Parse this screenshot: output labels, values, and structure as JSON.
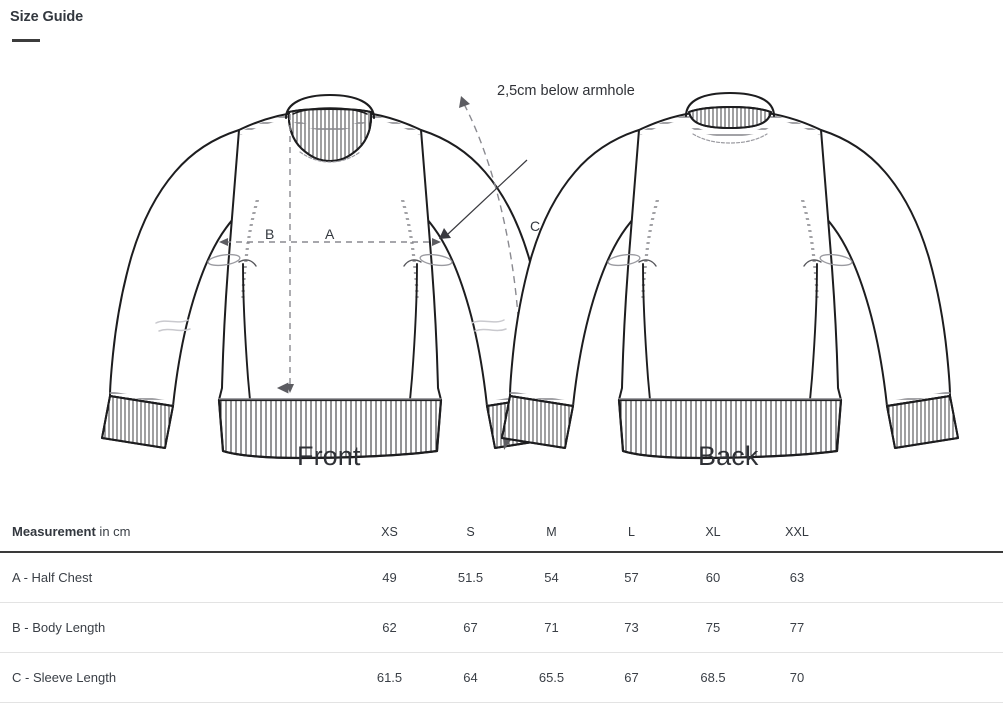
{
  "header": {
    "title": "Size Guide"
  },
  "illustration": {
    "annotation": "2,5cm below armhole",
    "labels": {
      "a": "A",
      "b": "B",
      "c": "C"
    },
    "front_caption": "Front",
    "back_caption": "Back"
  },
  "table": {
    "measurement_header_bold": "Measurement",
    "measurement_header_light": " in cm",
    "columns": [
      "XS",
      "S",
      "M",
      "L",
      "XL",
      "XXL"
    ],
    "rows": [
      {
        "label": "A - Half Chest",
        "values": [
          "49",
          "51.5",
          "54",
          "57",
          "60",
          "63"
        ]
      },
      {
        "label": "B - Body Length",
        "values": [
          "62",
          "67",
          "71",
          "73",
          "75",
          "77"
        ]
      },
      {
        "label": "C - Sleeve Length",
        "values": [
          "61.5",
          "64",
          "65.5",
          "67",
          "68.5",
          "70"
        ]
      }
    ]
  },
  "colors": {
    "text": "#2e2e33",
    "rule": "#3a3a3a",
    "row_divider": "#e3e3e3",
    "line_art": "#1d1d1f",
    "dashed": "#6b6b70",
    "background": "#ffffff"
  }
}
